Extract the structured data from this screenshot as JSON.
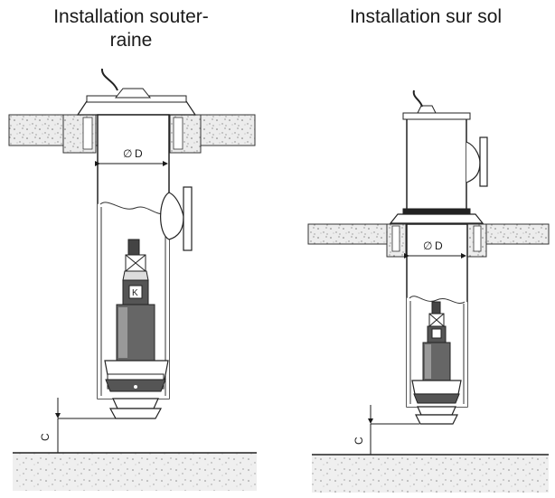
{
  "titles": {
    "underground": "Installation souter-",
    "underground_line2": "raine",
    "floor": "Installation sur sol"
  },
  "dimensions": {
    "diameter_symbol": "∅",
    "diameter_label": "D",
    "clearance_label": "C"
  }
}
